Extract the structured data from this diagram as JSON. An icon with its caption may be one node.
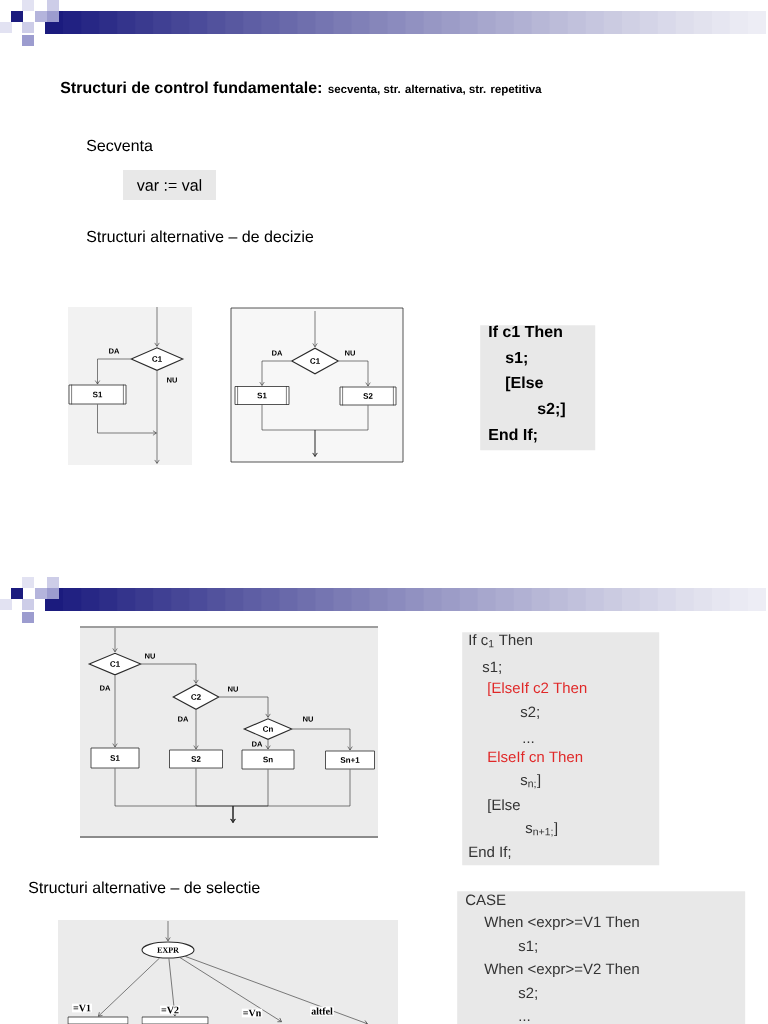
{
  "diagram": {
    "title": "Structuri de control fundamentale:",
    "nodes": [
      {
        "text": [
          "var := val"
        ]
      },
      {
        "text": [
          "C1"
        ]
      },
      {
        "text": [
          "S1"
        ]
      },
      {
        "text": [
          "C1"
        ]
      },
      {
        "text": [
          "S1"
        ]
      },
      {
        "text": [
          "S2"
        ]
      },
      {
        "text": [
          "If c1 Then",
          "s1;",
          "[Else",
          "s2;]",
          "End If;"
        ]
      },
      {
        "text": [
          "C1"
        ]
      },
      {
        "text": [
          "C2"
        ]
      },
      {
        "text": [
          "Cn"
        ]
      },
      {
        "text": [
          "S1"
        ]
      },
      {
        "text": [
          "S2"
        ]
      },
      {
        "text": [
          "Sn"
        ]
      },
      {
        "text": [
          "Sn+1"
        ]
      },
      {
        "text": [
          "If c$_{1}$ Then",
          "s1;",
          "[ElseIf c2 Then",
          "s2;",
          "...",
          "ElseIf cn Then",
          "s$_{n;}$]",
          "[Else",
          "s$_{n+1;}$]",
          "End If;"
        ]
      },
      {
        "text": [
          "EXPR"
        ]
      },
      {
        "text": [],
        "shape": "box"
      },
      {
        "text": [],
        "shape": "box"
      },
      {
        "text": [
          "CASE",
          "When <expr>=V1 Then",
          "s1;",
          "When <expr>=V2 Then",
          "s2;",
          "..."
        ]
      }
    ],
    "edges": [
      {
        "from": null,
        "to": 1,
        "arrow": "to"
      },
      {
        "from": 1,
        "to": 2,
        "arrow": "to",
        "label": "DA"
      },
      {
        "from": 1,
        "to": null,
        "arrow": "to",
        "label": "NU"
      },
      {
        "from": 2,
        "to": null,
        "arrow": "to"
      },
      {
        "from": null,
        "to": 3,
        "arrow": "to"
      },
      {
        "from": 3,
        "to": 4,
        "arrow": "to",
        "label": "DA"
      },
      {
        "from": 3,
        "to": 5,
        "arrow": "to",
        "label": "NU"
      },
      {
        "from": 4,
        "to": null,
        "arrow": "to"
      },
      {
        "from": 5,
        "to": null,
        "arrow": "to"
      },
      {
        "from": null,
        "to": 7,
        "arrow": "to"
      },
      {
        "from": 7,
        "to": 10,
        "arrow": "to",
        "label": "DA"
      },
      {
        "from": 7,
        "to": 8,
        "arrow": "to",
        "label": "NU"
      },
      {
        "from": 8,
        "to": 11,
        "arrow": "to",
        "label": "DA"
      },
      {
        "from": 8,
        "to": 9,
        "arrow": "to",
        "label": "NU"
      },
      {
        "from": 9,
        "to": 12,
        "arrow": "to",
        "label": "DA"
      },
      {
        "from": 9,
        "to": 13,
        "arrow": "to",
        "label": "NU"
      },
      {
        "from": 10,
        "to": null,
        "arrow": "to"
      },
      {
        "from": 11,
        "to": null,
        "arrow": "to"
      },
      {
        "from": 12,
        "to": null,
        "arrow": "to"
      },
      {
        "from": 13,
        "to": null,
        "arrow": "to"
      },
      {
        "from": null,
        "to": 15,
        "arrow": "to"
      },
      {
        "from": 15,
        "to": 16,
        "arrow": "to",
        "label": "=V1"
      },
      {
        "from": 15,
        "to": 17,
        "arrow": "to",
        "label": "=V2"
      },
      {
        "from": 15,
        "to": null,
        "arrow": "to",
        "label": "=Vn"
      },
      {
        "from": 15,
        "to": null,
        "arrow": "to",
        "label": "altfel"
      }
    ],
    "labels": [
      "secventa, str. alternativa, str. repetitiva",
      "Secventa",
      "Structuri alternative – de decizie",
      "Structuri alternative – de selectie"
    ]
  }
}
